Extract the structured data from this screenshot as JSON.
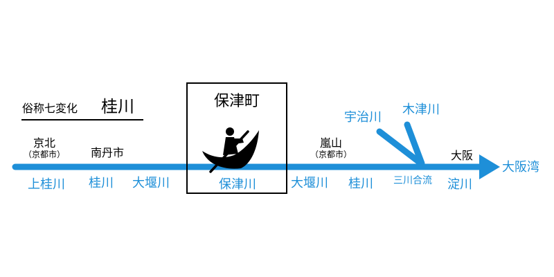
{
  "title": {
    "prefix": "俗称七変化",
    "main": "桂川"
  },
  "town": {
    "name": "保津町",
    "icon": "boatman-pole-boat-icon"
  },
  "places": {
    "keihoku": {
      "name": "京北",
      "note": "（京都市）"
    },
    "nantan": {
      "name": "南丹市"
    },
    "arashiyama": {
      "name": "嵐山",
      "note": "（京都市）"
    },
    "osaka": {
      "name": "大阪"
    }
  },
  "river_names": {
    "kamikatsura": "上桂川",
    "katsura1": "桂川",
    "oi1": "大堰川",
    "hozu": "保津川",
    "oi2": "大堰川",
    "katsura2": "桂川",
    "yodo": "淀川",
    "osaka_bay": "大阪湾"
  },
  "tributaries": {
    "uji": "宇治川",
    "kizu": "木津川",
    "confluence": "三川合流"
  },
  "colors": {
    "river": "#1e8fd8",
    "text": "#000000"
  }
}
